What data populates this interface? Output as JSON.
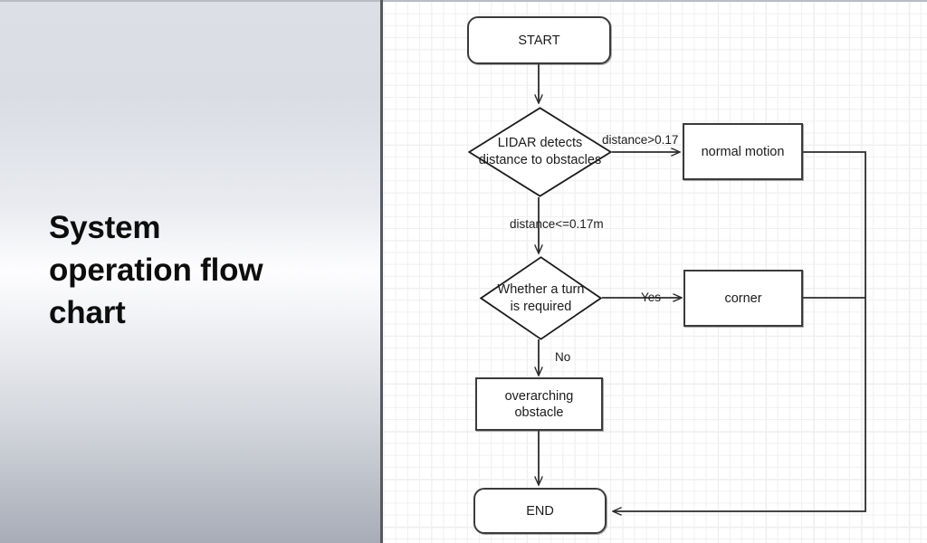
{
  "slide": {
    "title": "System\noperation flow\nchart",
    "panel_gradient_top": "#dcdfe6",
    "panel_gradient_mid": "#fdfdfe",
    "panel_gradient_bottom": "#a7acb7",
    "divider_color": "#55585f"
  },
  "chart_data": {
    "type": "diagram",
    "title": "System operation flow chart",
    "diagram_kind": "flowchart",
    "grid": true,
    "node_border_color": "#3b3b3b",
    "node_fill_color": "#ffffff",
    "edge_color": "#2b2b2b",
    "nodes": [
      {
        "id": "start",
        "shape": "terminator",
        "label": "START"
      },
      {
        "id": "lidar",
        "shape": "decision",
        "label": "LIDAR detects\ndistance to obstacles"
      },
      {
        "id": "normal",
        "shape": "process",
        "label": "normal motion"
      },
      {
        "id": "turn",
        "shape": "decision",
        "label": "Whether a turn\nis required"
      },
      {
        "id": "corner",
        "shape": "process",
        "label": "corner"
      },
      {
        "id": "overarching",
        "shape": "process",
        "label": "overarching\nobstacle"
      },
      {
        "id": "end",
        "shape": "terminator",
        "label": "END"
      }
    ],
    "edges": [
      {
        "from": "start",
        "to": "lidar",
        "label": ""
      },
      {
        "from": "lidar",
        "to": "normal",
        "label": "distance>0.17"
      },
      {
        "from": "lidar",
        "to": "turn",
        "label": "distance<=0.17m"
      },
      {
        "from": "turn",
        "to": "corner",
        "label": "Yes"
      },
      {
        "from": "turn",
        "to": "overarching",
        "label": "No"
      },
      {
        "from": "overarching",
        "to": "end",
        "label": ""
      },
      {
        "from": "normal",
        "to": "end",
        "label": ""
      },
      {
        "from": "corner",
        "to": "end",
        "label": ""
      }
    ]
  }
}
